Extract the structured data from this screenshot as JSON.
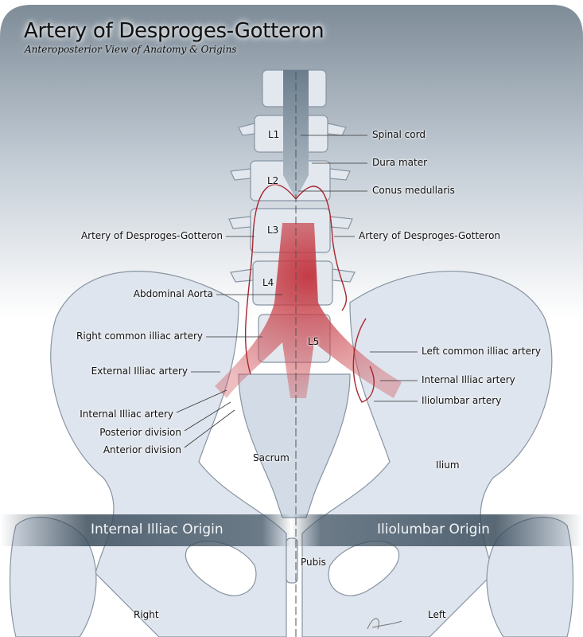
{
  "title": "Artery of Desproges-Gotteron",
  "subtitle": "Anteroposterior View of Anatomy & Origins",
  "vertebrae": [
    "L1",
    "L2",
    "L3",
    "L4",
    "L5"
  ],
  "labels": {
    "spinal_cord": "Spinal cord",
    "dura_mater": "Dura mater",
    "conus_medullaris": "Conus medullaris",
    "adg_right": "Artery of Desproges-Gotteron",
    "adg_left": "Artery of Desproges-Gotteron",
    "abdominal_aorta": "Abdominal Aorta",
    "right_common_iliac": "Right common illiac artery",
    "external_iliac": "External Illiac artery",
    "internal_iliac_right": "Internal Illiac artery",
    "posterior_division": "Posterior division",
    "anterior_division": "Anterior division",
    "sacrum": "Sacrum",
    "ilium": "Ilium",
    "left_common_iliac": "Left common illiac artery",
    "internal_iliac_left": "Internal Illiac artery",
    "iliolumbar_artery": "Iliolumbar artery",
    "pubis": "Pubis",
    "right": "Right",
    "left": "Left"
  },
  "bands": {
    "internal_origin": "Internal Illiac Origin",
    "iliolumbar_origin": "Iliolumbar Origin"
  },
  "signature": "S Pattison",
  "colors": {
    "bone": "#dfe5ee",
    "artery": "#b8323c",
    "header": "#8d9aa6"
  }
}
